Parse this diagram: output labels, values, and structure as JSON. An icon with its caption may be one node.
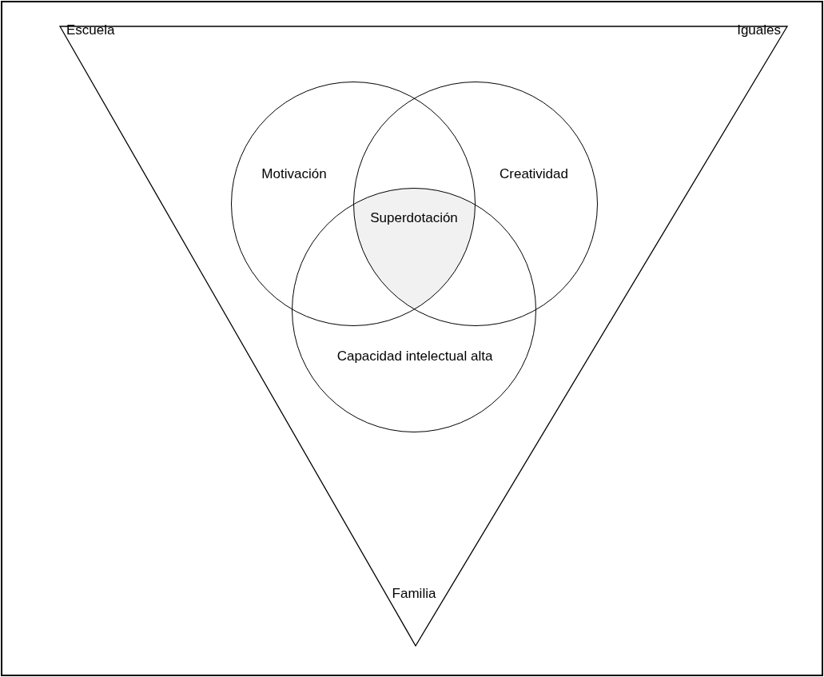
{
  "diagram": {
    "nodes": [
      {
        "text": [
          "Escuela",
          "Iguales",
          "Familia"
        ]
      },
      {
        "text": [
          "Motivación"
        ],
        "in": 0
      },
      {
        "text": [
          "Creatividad"
        ],
        "in": 0
      },
      {
        "text": [
          "Capacidad intelectual alta"
        ],
        "in": 0
      },
      {
        "text": [
          "Superdotación"
        ]
      }
    ]
  }
}
